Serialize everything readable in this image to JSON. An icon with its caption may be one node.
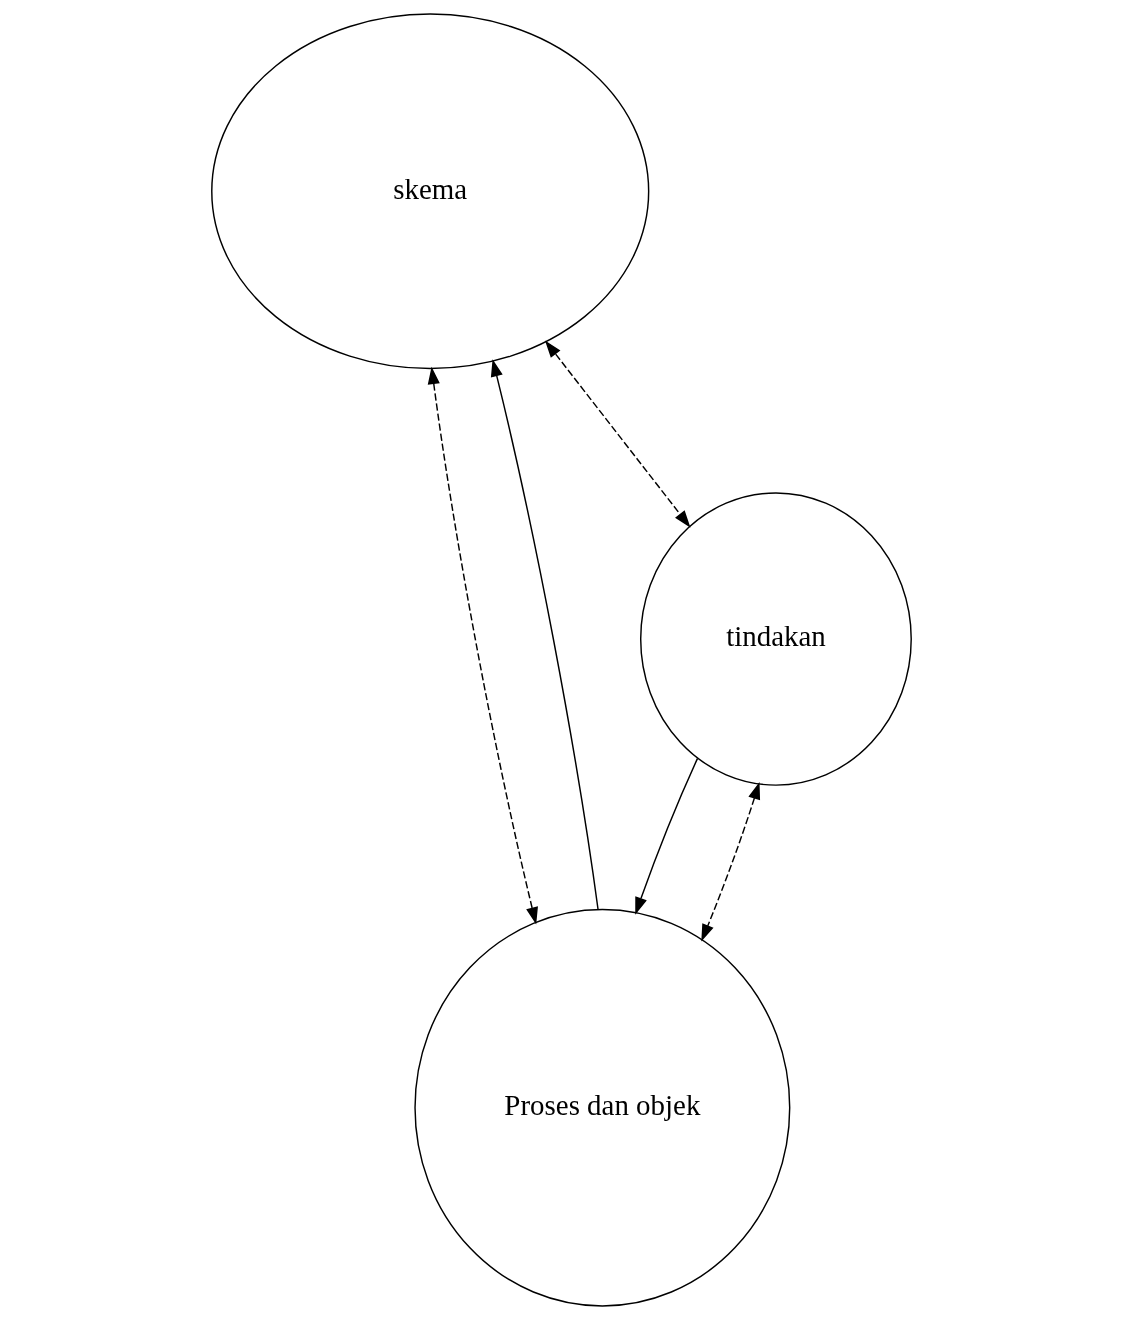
{
  "diagram": {
    "nodes": [
      {
        "text": [
          "skema"
        ]
      },
      {
        "text": [
          "Proses dan objek"
        ]
      },
      {
        "text": [
          "tindakan"
        ]
      }
    ],
    "edges": [
      {
        "from": 1,
        "to": 0,
        "arrow": "to"
      },
      {
        "from": 0,
        "to": 1,
        "arrow": "both",
        "style": "dashed"
      },
      {
        "from": 0,
        "to": 2,
        "arrow": "both",
        "style": "dashed"
      },
      {
        "from": 2,
        "to": 1,
        "arrow": "to"
      },
      {
        "from": 2,
        "to": 1,
        "arrow": "both",
        "style": "dashed"
      }
    ]
  }
}
